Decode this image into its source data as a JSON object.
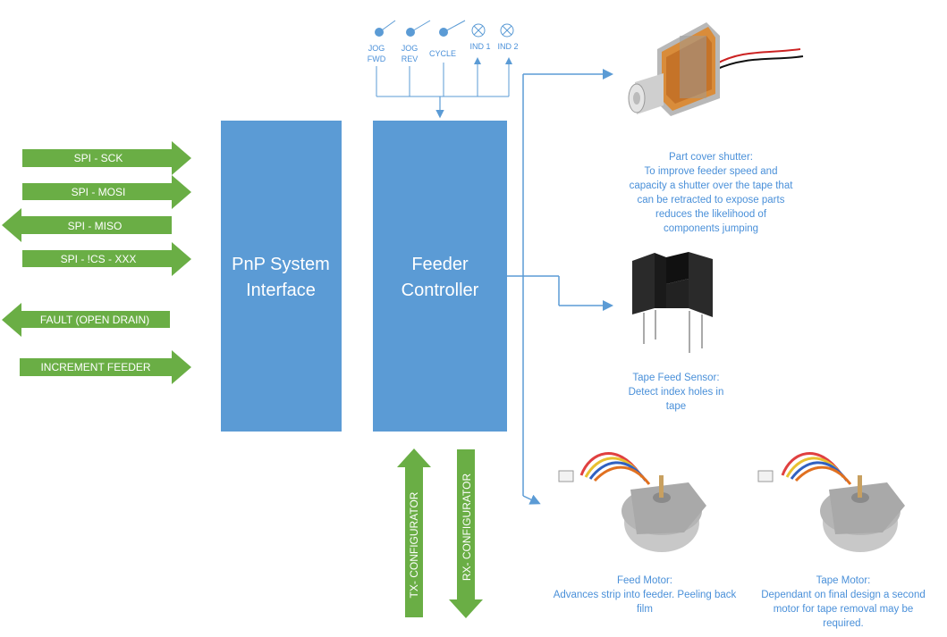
{
  "colors": {
    "block": "#5b9bd5",
    "arrow_green": "#6aae45",
    "line_blue": "#5b9bd5",
    "caption_blue": "#4a90d9"
  },
  "blocks": {
    "pnp": [
      "PnP System",
      "Interface"
    ],
    "feeder": [
      "Feeder",
      "Controller"
    ]
  },
  "spi_arrows": [
    {
      "label": "SPI - SCK",
      "direction": "right"
    },
    {
      "label": "SPI - MOSI",
      "direction": "right"
    },
    {
      "label": "SPI - MISO",
      "direction": "left"
    },
    {
      "label": "SPI - !CS - XXX",
      "direction": "right"
    },
    {
      "label": "FAULT (OPEN DRAIN)",
      "direction": "left"
    },
    {
      "label": "INCREMENT FEEDER",
      "direction": "right"
    }
  ],
  "config_arrows": {
    "tx": "TX- CONFIGURATOR",
    "rx": "RX- CONFIGURATOR"
  },
  "controls": {
    "jog_fwd": [
      "JOG",
      "FWD"
    ],
    "jog_rev": [
      "JOG",
      "REV"
    ],
    "cycle": "CYCLE",
    "ind1": "IND 1",
    "ind2": "IND 2"
  },
  "captions": {
    "shutter": [
      "Part cover shutter:",
      "To improve feeder speed and",
      "capacity a shutter over the tape that",
      "can be retracted to expose parts",
      "reduces the likelihood of",
      "components jumping"
    ],
    "sensor": [
      "Tape Feed Sensor:",
      "Detect index holes in",
      "tape"
    ],
    "feed_motor": [
      "Feed Motor:",
      "Advances strip into feeder. Peeling back",
      "film"
    ],
    "tape_motor": [
      "Tape Motor:",
      "Dependant on final design a second",
      "motor for tape removal may be",
      "required."
    ]
  },
  "images": [
    "solenoid-image",
    "optical-sensor-image",
    "stepper-motor-image",
    "stepper-motor-image"
  ]
}
